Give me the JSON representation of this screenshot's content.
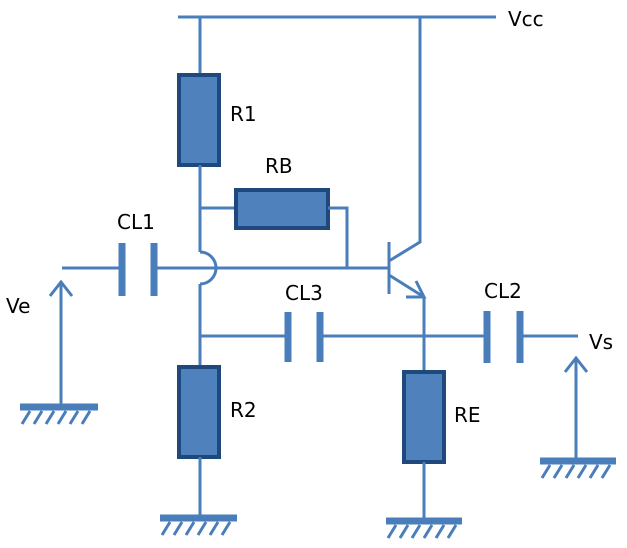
{
  "diagram": {
    "labels": {
      "vcc": "Vcc",
      "r1": "R1",
      "rb": "RB",
      "cl1": "CL1",
      "cl3": "CL3",
      "cl2": "CL2",
      "ve": "Ve",
      "vs": "Vs",
      "r2": "R2",
      "re": "RE"
    },
    "colors": {
      "wire": "#4a7ebb",
      "resistor_fill": "#4f81bd",
      "resistor_border": "#1f497d",
      "text": "#000000"
    }
  }
}
